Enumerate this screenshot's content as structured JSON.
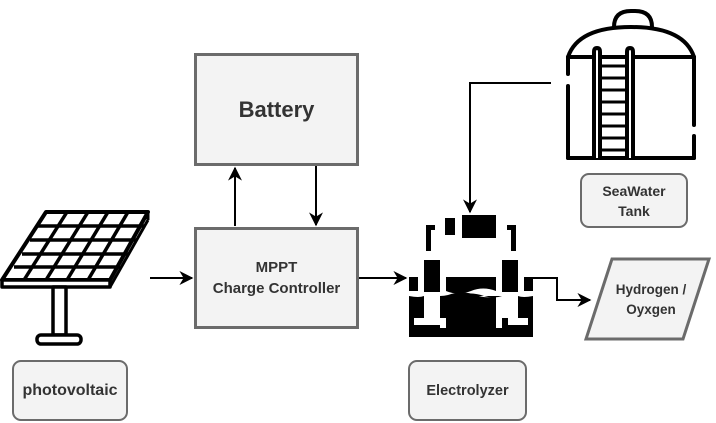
{
  "diagram": {
    "nodes": {
      "battery": {
        "label": "Battery"
      },
      "mppt": {
        "label": "MPPT\nCharge Controller"
      },
      "photovoltaic": {
        "label": "photovoltaic",
        "icon": "solar-panel-icon"
      },
      "electrolyzer": {
        "label": "Electrolyzer",
        "icon": "electrolyzer-icon"
      },
      "seawater_tank": {
        "label": "SeaWater\nTank",
        "icon": "water-tank-icon"
      },
      "output": {
        "label": "Hydrogen /\nOyxgen"
      }
    },
    "edges": [
      {
        "from": "photovoltaic",
        "to": "mppt"
      },
      {
        "from": "mppt",
        "to": "battery"
      },
      {
        "from": "battery",
        "to": "mppt"
      },
      {
        "from": "mppt",
        "to": "electrolyzer"
      },
      {
        "from": "seawater_tank",
        "to": "electrolyzer"
      },
      {
        "from": "electrolyzer",
        "to": "output"
      }
    ],
    "colors": {
      "box_fill": "#f3f3f3",
      "box_border": "#6b6b6b",
      "text": "#333333",
      "icon": "#000000"
    }
  }
}
